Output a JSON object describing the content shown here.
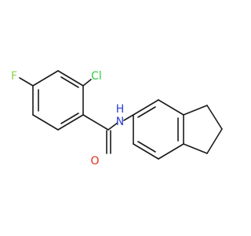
{
  "molecule": {
    "atoms": {
      "F": {
        "label": "F",
        "color": "#8fd14f"
      },
      "Cl": {
        "label": "Cl",
        "color": "#2ecc40"
      },
      "O": {
        "label": "O",
        "color": "#e8291c"
      },
      "NH": {
        "label": "H",
        "sublabel": "N",
        "color": "#2b3fd6"
      }
    }
  }
}
